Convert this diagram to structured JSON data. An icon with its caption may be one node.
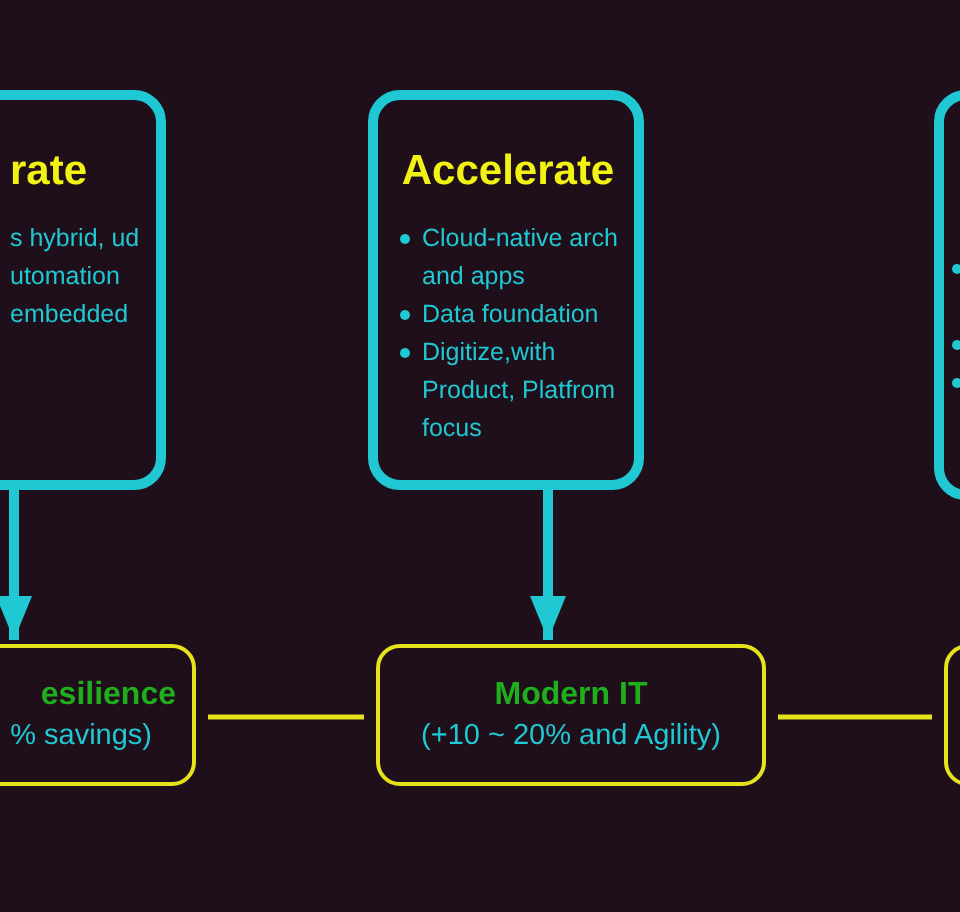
{
  "diagram": {
    "nodes": [
      {
        "text": [
          "rate",
          "s hybrid, ud",
          "utomation embedded"
        ]
      },
      {
        "text": [
          "Accelerate",
          "Cloud-native arch and apps",
          "Data foundation",
          "Digitize,with Product, Platfrom focus"
        ]
      },
      {
        "text": [],
        "shape": "box"
      },
      {
        "text": [
          "esilience",
          "% savings)"
        ]
      },
      {
        "text": [
          "Modern IT",
          "(+10 ~ 20% and Agility)"
        ]
      },
      {
        "text": [],
        "shape": "box"
      }
    ],
    "edges": [
      {
        "from": 0,
        "to": 3,
        "arrow": "to",
        "style": "thick",
        "color": "#1fc8d2"
      },
      {
        "from": 1,
        "to": 4,
        "arrow": "to",
        "style": "thick",
        "color": "#1fc8d2"
      },
      {
        "from": 3,
        "to": 4,
        "arrow": "none",
        "color": "#e6e21c"
      },
      {
        "from": 4,
        "to": 5,
        "arrow": "none",
        "color": "#e6e21c"
      }
    ]
  }
}
